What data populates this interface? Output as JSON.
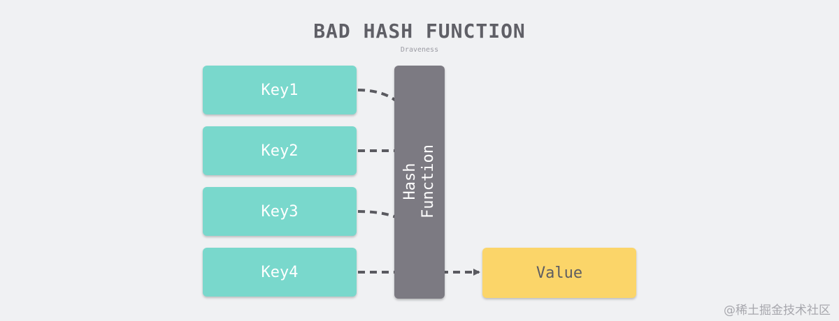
{
  "title": "BAD HASH FUNCTION",
  "subtitle": "Draveness",
  "keys": [
    "Key1",
    "Key2",
    "Key3",
    "Key4"
  ],
  "hash_function": {
    "line1": "Hash",
    "line2": "Function"
  },
  "value": "Value",
  "watermark": "@稀土掘金技术社区",
  "colors": {
    "key": "#79d8cc",
    "hash": "#7c7a82",
    "value": "#fbd569",
    "arrow": "#5a5a60",
    "background": "#f0f1f3"
  }
}
